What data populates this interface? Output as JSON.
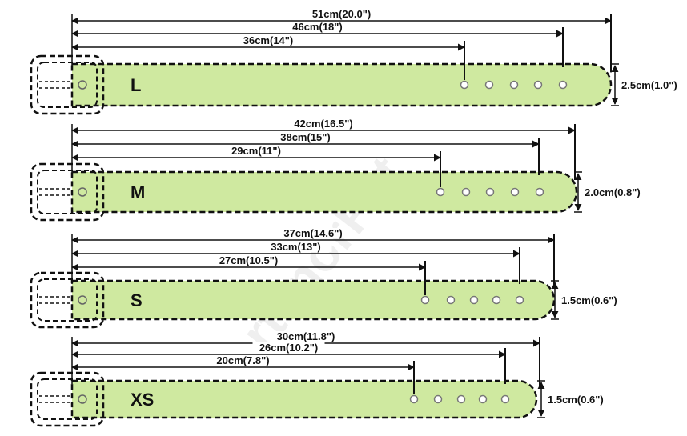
{
  "watermark": "rtanorPet",
  "colors": {
    "strap": "#cfe9a0",
    "line": "#111111",
    "background": "#ffffff"
  },
  "collars": [
    {
      "size": "L",
      "lengths": [
        "51cm(20.0\")",
        "46cm(18\")",
        "36cm(14\")"
      ],
      "width": "2.5cm(1.0\")"
    },
    {
      "size": "M",
      "lengths": [
        "42cm(16.5\")",
        "38cm(15\")",
        "29cm(11\")"
      ],
      "width": "2.0cm(0.8\")"
    },
    {
      "size": "S",
      "lengths": [
        "37cm(14.6\")",
        "33cm(13\")",
        "27cm(10.5\")"
      ],
      "width": "1.5cm(0.6\")"
    },
    {
      "size": "XS",
      "lengths": [
        "30cm(11.8\")",
        "26cm(10.2\")",
        "20cm(7.8\")"
      ],
      "width": "1.5cm(0.6\")"
    }
  ]
}
